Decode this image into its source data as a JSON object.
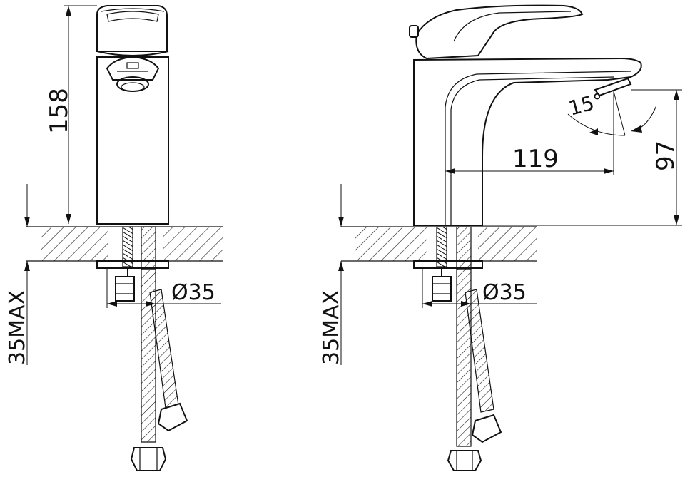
{
  "drawing": {
    "front_view": {
      "height_label": "158",
      "mount_label": "35MAX",
      "hole_label": "Ø35"
    },
    "side_view": {
      "reach_label": "119",
      "spout_height_label": "97",
      "angle_label": "15°",
      "mount_label": "35MAX",
      "hole_label": "Ø35"
    },
    "colors": {
      "line": "#111111",
      "background": "#ffffff"
    }
  }
}
